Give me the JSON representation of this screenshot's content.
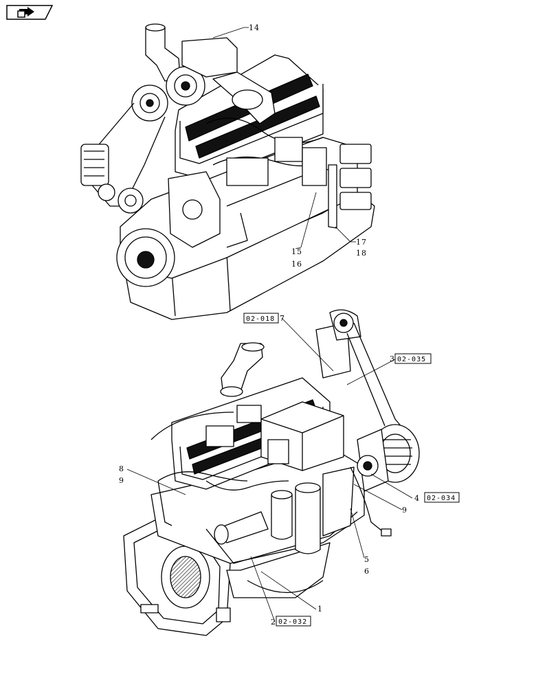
{
  "nav": {
    "icon": "back-arrow-icon"
  },
  "callouts": {
    "c14": "14",
    "c15": "15",
    "c16": "16",
    "c17": "17",
    "c18": "18",
    "c7": "7",
    "c3": "3",
    "c8": "8",
    "c9a": "9",
    "c4": "4",
    "c9b": "9",
    "c5": "5",
    "c6": "6",
    "c1": "1",
    "c2": "2"
  },
  "refs": {
    "r7": "02-018",
    "r3": "02-035",
    "r4": "02-034",
    "r2": "02-032"
  },
  "colors": {
    "line": "#000000",
    "fill": "#ffffff",
    "dark": "#111111"
  }
}
